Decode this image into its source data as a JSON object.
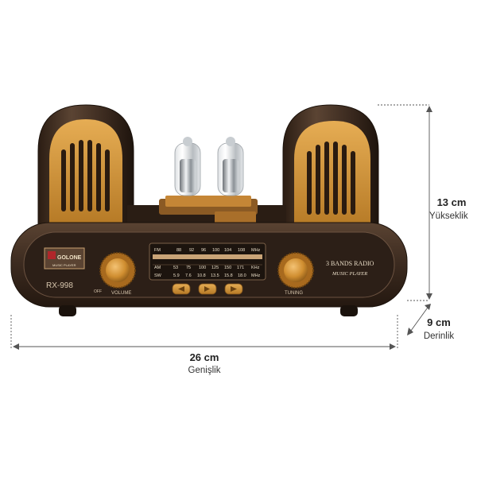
{
  "product": {
    "brand": "GOLONE",
    "brand_sub": "MUSIC PLAYER",
    "model": "RX-998",
    "panel_line1": "3 BANDS RADIO",
    "panel_line2": "MUSIC PLAYER",
    "knob_left_label": "VOLUME",
    "knob_left_off": "OFF",
    "knob_right_label": "TUNING",
    "dial": {
      "fm": {
        "band": "FM",
        "marks": [
          "88",
          "92",
          "96",
          "100",
          "104",
          "108"
        ],
        "unit": "MHz"
      },
      "am": {
        "band": "AM",
        "marks": [
          "53",
          "75",
          "100",
          "125",
          "150",
          "171"
        ],
        "unit": "KHz"
      },
      "sw": {
        "band": "SW",
        "marks": [
          "5.9",
          "7.6",
          "10.8",
          "13.5",
          "15.8",
          "18.0"
        ],
        "unit": "MHz"
      }
    }
  },
  "dimensions": {
    "height": {
      "value": "13 cm",
      "label": "Yükseklik"
    },
    "depth": {
      "value": "9 cm",
      "label": "Derinlik"
    },
    "width": {
      "value": "26 cm",
      "label": "Genişlik"
    }
  },
  "colors": {
    "body": "#3b2a1f",
    "panel": "#2c1f17",
    "gold": "#d79a3c",
    "chrome": "#bfc3c7"
  }
}
